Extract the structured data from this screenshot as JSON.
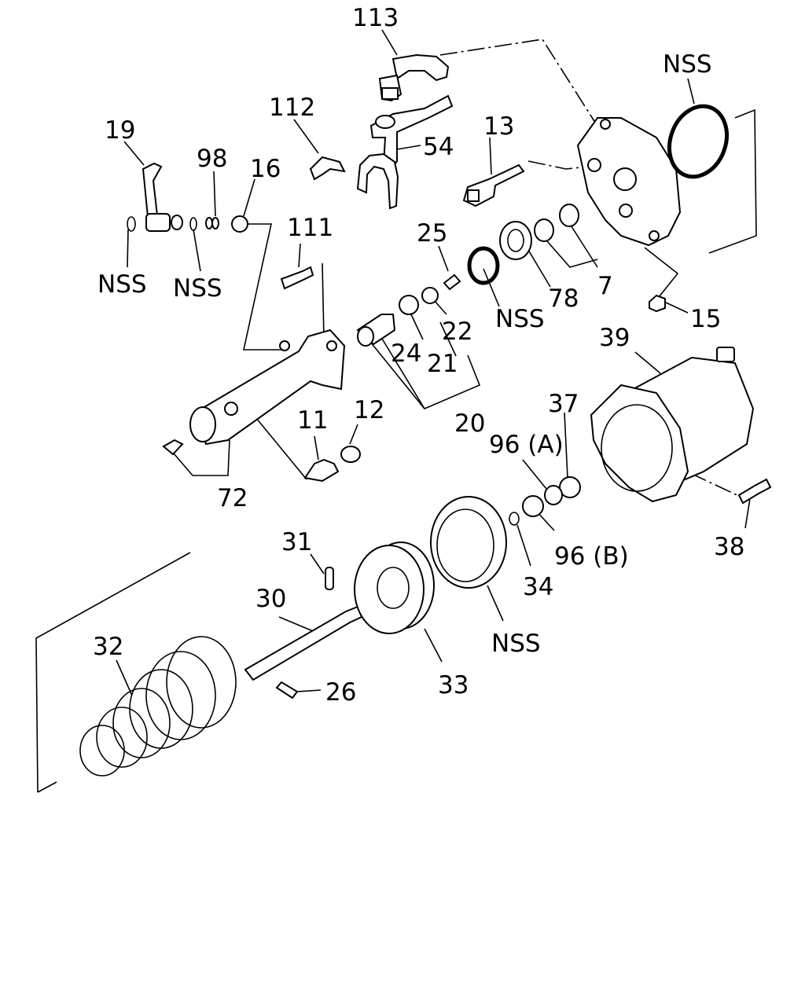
{
  "labels": {
    "p113": "113",
    "p112": "112",
    "p54": "54",
    "p13": "13",
    "nss_oring_top": "NSS",
    "p19": "19",
    "p98": "98",
    "p16": "16",
    "nss_left": "NSS",
    "nss_mid": "NSS",
    "p111": "111",
    "p25": "25",
    "nss_seal": "NSS",
    "p78": "78",
    "p7": "7",
    "p15": "15",
    "p22": "22",
    "p24": "24",
    "p21": "21",
    "p20": "20",
    "p39": "39",
    "p11": "11",
    "p12": "12",
    "p72": "72",
    "p37": "37",
    "p96a": "96 (A)",
    "p96b": "96 (B)",
    "p38": "38",
    "p31": "31",
    "p30": "30",
    "p34": "34",
    "nss_lower": "NSS",
    "p32": "32",
    "p26": "26",
    "p33": "33"
  }
}
